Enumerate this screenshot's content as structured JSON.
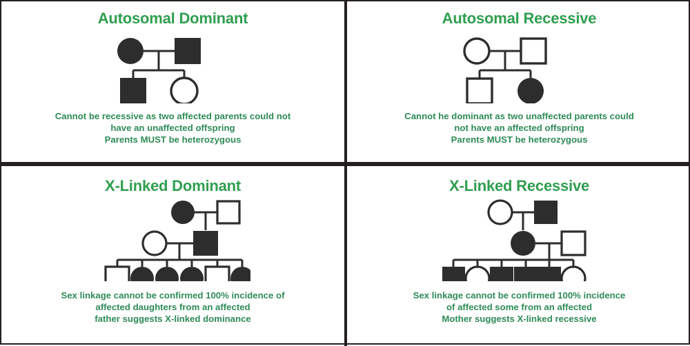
{
  "colors": {
    "title_green": "#2f9e4f",
    "caption_green": "#2e8b57",
    "ink": "#2d2d2d",
    "border": "#231f20",
    "background": "#ffffff"
  },
  "panels": [
    {
      "id": "autosomal-dominant",
      "title": "Autosomal Dominant",
      "caption": "Cannot be recessive as two affected parents could not\nhave an unaffected offspring\nParents MUST be heterozygous",
      "pedigree": {
        "generations": 2,
        "individuals": [
          {
            "id": "I-1",
            "sex": "female",
            "shape": "circle",
            "affected": true,
            "generation": 1
          },
          {
            "id": "I-2",
            "sex": "male",
            "shape": "square",
            "affected": true,
            "generation": 1
          },
          {
            "id": "II-1",
            "sex": "male",
            "shape": "square",
            "affected": true,
            "generation": 2
          },
          {
            "id": "II-2",
            "sex": "female",
            "shape": "circle",
            "affected": false,
            "generation": 2
          }
        ],
        "children_count": 2
      }
    },
    {
      "id": "autosomal-recessive",
      "title": "Autosomal Recessive",
      "caption": "Cannot he dominant as two unaffected parents could\nnot have an affected offspring\nParents MUST be heterozygous",
      "pedigree": {
        "generations": 2,
        "individuals": [
          {
            "id": "I-1",
            "sex": "female",
            "shape": "circle",
            "affected": false,
            "generation": 1
          },
          {
            "id": "I-2",
            "sex": "male",
            "shape": "square",
            "affected": false,
            "generation": 1
          },
          {
            "id": "II-1",
            "sex": "male",
            "shape": "square",
            "affected": false,
            "generation": 2
          },
          {
            "id": "II-2",
            "sex": "female",
            "shape": "circle",
            "affected": true,
            "generation": 2
          }
        ],
        "children_count": 2
      }
    },
    {
      "id": "x-linked-dominant",
      "title": "X-Linked Dominant",
      "caption": "Sex linkage cannot be confirmed 100% incidence of\naffected daughters from an affected\nfather suggests X-linked dominance",
      "pedigree": {
        "generations": 3,
        "individuals": [
          {
            "id": "I-1",
            "sex": "female",
            "shape": "circle",
            "affected": true,
            "generation": 1
          },
          {
            "id": "I-2",
            "sex": "male",
            "shape": "square",
            "affected": false,
            "generation": 1
          },
          {
            "id": "II-1",
            "sex": "female",
            "shape": "circle",
            "affected": false,
            "generation": 2
          },
          {
            "id": "II-2",
            "sex": "male",
            "shape": "square",
            "affected": true,
            "generation": 2
          },
          {
            "id": "III-1",
            "sex": "male",
            "shape": "square",
            "affected": false,
            "generation": 3
          },
          {
            "id": "III-2",
            "sex": "female",
            "shape": "circle",
            "affected": true,
            "generation": 3
          },
          {
            "id": "III-3",
            "sex": "female",
            "shape": "circle",
            "affected": true,
            "generation": 3
          },
          {
            "id": "III-4",
            "sex": "female",
            "shape": "circle",
            "affected": true,
            "generation": 3
          },
          {
            "id": "III-5",
            "sex": "male",
            "shape": "square",
            "affected": false,
            "generation": 3
          },
          {
            "id": "III-6",
            "sex": "female",
            "shape": "circle",
            "affected": true,
            "generation": 3
          }
        ],
        "children_count": 6
      }
    },
    {
      "id": "x-linked-recessive",
      "title": "X-Linked Recessive",
      "caption": "Sex linkage cannot be confirmed 100% incidence\nof affected some from an affected\nMother suggests X-linked recessive",
      "pedigree": {
        "generations": 3,
        "individuals": [
          {
            "id": "I-1",
            "sex": "female",
            "shape": "circle",
            "affected": false,
            "generation": 1
          },
          {
            "id": "I-2",
            "sex": "male",
            "shape": "square",
            "affected": true,
            "generation": 1
          },
          {
            "id": "II-1",
            "sex": "female",
            "shape": "circle",
            "affected": true,
            "generation": 2
          },
          {
            "id": "II-2",
            "sex": "male",
            "shape": "square",
            "affected": false,
            "generation": 2
          },
          {
            "id": "III-1",
            "sex": "male",
            "shape": "square",
            "affected": true,
            "generation": 3
          },
          {
            "id": "III-2",
            "sex": "female",
            "shape": "circle",
            "affected": false,
            "generation": 3
          },
          {
            "id": "III-3",
            "sex": "male",
            "shape": "square",
            "affected": true,
            "generation": 3
          },
          {
            "id": "III-4",
            "sex": "male",
            "shape": "square",
            "affected": true,
            "generation": 3
          },
          {
            "id": "III-5",
            "sex": "male",
            "shape": "square",
            "affected": true,
            "generation": 3
          },
          {
            "id": "III-6",
            "sex": "female",
            "shape": "circle",
            "affected": false,
            "generation": 3
          }
        ],
        "children_count": 6
      }
    }
  ]
}
